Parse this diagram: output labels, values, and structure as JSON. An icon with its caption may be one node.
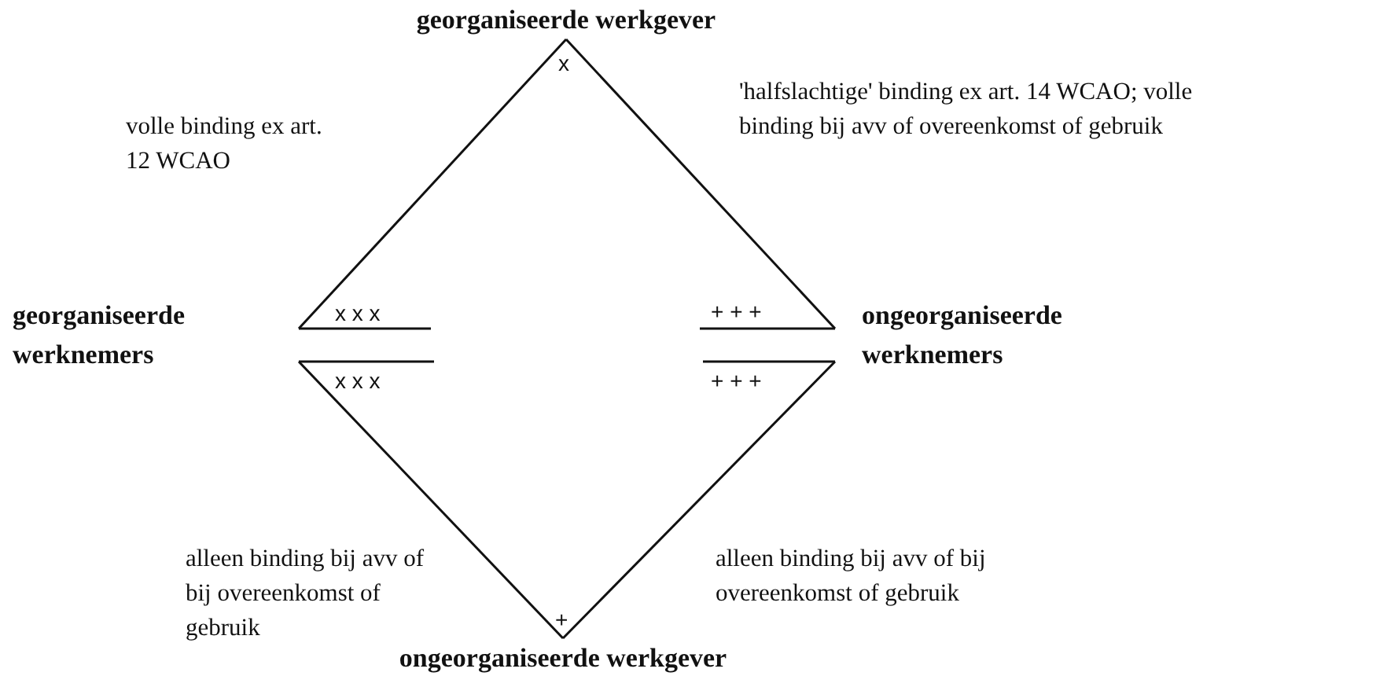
{
  "diagram": {
    "nodes": [
      {
        "text": [
          "georganiseerde werkgever"
        ]
      },
      {
        "text": [
          "georganiseerde werknemers"
        ]
      },
      {
        "text": [
          "ongeorganiseerde werknemers"
        ]
      },
      {
        "text": [
          "ongeorganiseerde werkgever"
        ]
      }
    ],
    "edges": [
      {
        "from": 0,
        "to": 1,
        "arrow": "none",
        "label": "volle binding ex art. 12 WCAO"
      },
      {
        "from": 0,
        "to": 2,
        "arrow": "none",
        "label": "'halfslachtige' binding ex art. 14 WCAO; volle binding bij avv of overeenkomst of gebruik"
      },
      {
        "from": 1,
        "to": 3,
        "arrow": "none",
        "label": "alleen binding bij avv of bij overeenkomst of gebruik"
      },
      {
        "from": 2,
        "to": 3,
        "arrow": "none",
        "label": "alleen binding bij avv of bij overeenkomst of gebruik"
      }
    ],
    "labels": [
      "x",
      "x x x",
      "+ + +",
      "x x x",
      "+ + +",
      "+"
    ]
  }
}
